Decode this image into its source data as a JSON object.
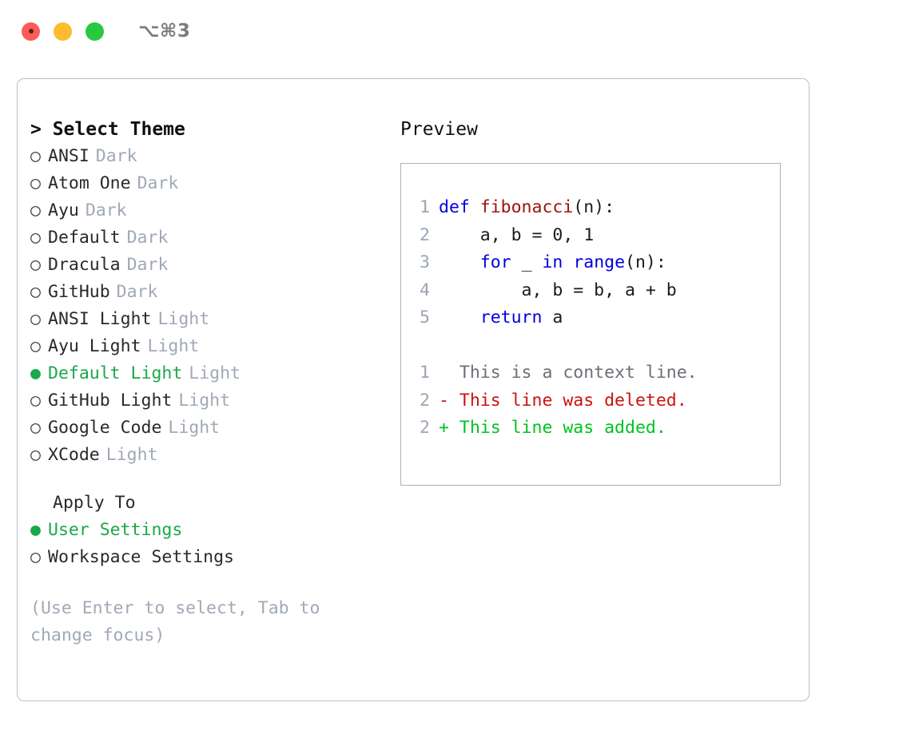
{
  "titlebar": {
    "shortcut": "⌥⌘3",
    "buttons": [
      "close",
      "minimize",
      "maximize"
    ]
  },
  "left": {
    "heading": "> Select Theme",
    "heading_caret": ">",
    "heading_text": "Select Theme",
    "themes": [
      {
        "bullet": "○",
        "name": "ANSI",
        "tag": "Dark",
        "selected": false
      },
      {
        "bullet": "○",
        "name": "Atom One",
        "tag": "Dark",
        "selected": false
      },
      {
        "bullet": "○",
        "name": "Ayu",
        "tag": "Dark",
        "selected": false
      },
      {
        "bullet": "○",
        "name": "Default",
        "tag": "Dark",
        "selected": false
      },
      {
        "bullet": "○",
        "name": "Dracula",
        "tag": "Dark",
        "selected": false
      },
      {
        "bullet": "○",
        "name": "GitHub",
        "tag": "Dark",
        "selected": false
      },
      {
        "bullet": "○",
        "name": "ANSI Light",
        "tag": "Light",
        "selected": false
      },
      {
        "bullet": "○",
        "name": "Ayu Light",
        "tag": "Light",
        "selected": false
      },
      {
        "bullet": "●",
        "name": "Default Light",
        "tag": "Light",
        "selected": true
      },
      {
        "bullet": "○",
        "name": "GitHub Light",
        "tag": "Light",
        "selected": false
      },
      {
        "bullet": "○",
        "name": "Google Code",
        "tag": "Light",
        "selected": false
      },
      {
        "bullet": "○",
        "name": "XCode",
        "tag": "Light",
        "selected": false
      }
    ],
    "apply_to_label": "Apply To",
    "apply_to": [
      {
        "bullet": "●",
        "name": "User Settings",
        "selected": true
      },
      {
        "bullet": "○",
        "name": "Workspace Settings",
        "selected": false
      }
    ],
    "hint": "(Use Enter to select, Tab to change focus)"
  },
  "right": {
    "preview_title": "Preview",
    "code_lines": [
      {
        "no": "1",
        "tokens": [
          {
            "t": "def ",
            "c": "kw"
          },
          {
            "t": "fibonacci",
            "c": "fn"
          },
          {
            "t": "(n):",
            "c": "plain"
          }
        ]
      },
      {
        "no": "2",
        "tokens": [
          {
            "t": "    a, b = 0, 1",
            "c": "plain"
          }
        ]
      },
      {
        "no": "3",
        "tokens": [
          {
            "t": "    ",
            "c": "plain"
          },
          {
            "t": "for",
            "c": "kw"
          },
          {
            "t": " _ ",
            "c": "plain"
          },
          {
            "t": "in",
            "c": "kw"
          },
          {
            "t": " ",
            "c": "plain"
          },
          {
            "t": "range",
            "c": "bi"
          },
          {
            "t": "(n):",
            "c": "plain"
          }
        ]
      },
      {
        "no": "4",
        "tokens": [
          {
            "t": "        a, b = b, a + b",
            "c": "plain"
          }
        ]
      },
      {
        "no": "5",
        "tokens": [
          {
            "t": "    ",
            "c": "plain"
          },
          {
            "t": "return",
            "c": "kw"
          },
          {
            "t": " a",
            "c": "plain"
          }
        ]
      }
    ],
    "diff_lines": [
      {
        "no": "1",
        "marker": " ",
        "text": "  This is a context line.",
        "kind": "context"
      },
      {
        "no": "2",
        "marker": "-",
        "text": "- This line was deleted.",
        "kind": "deleted"
      },
      {
        "no": "2",
        "marker": "+",
        "text": "+ This line was added.",
        "kind": "added"
      }
    ]
  },
  "colors": {
    "accent_green": "#19a84a",
    "muted": "#a0a9b6",
    "keyword_blue": "#0000e0",
    "function_red": "#a01010",
    "diff_added": "#00c220",
    "diff_deleted": "#cc1111",
    "border": "#b7c0cc"
  }
}
